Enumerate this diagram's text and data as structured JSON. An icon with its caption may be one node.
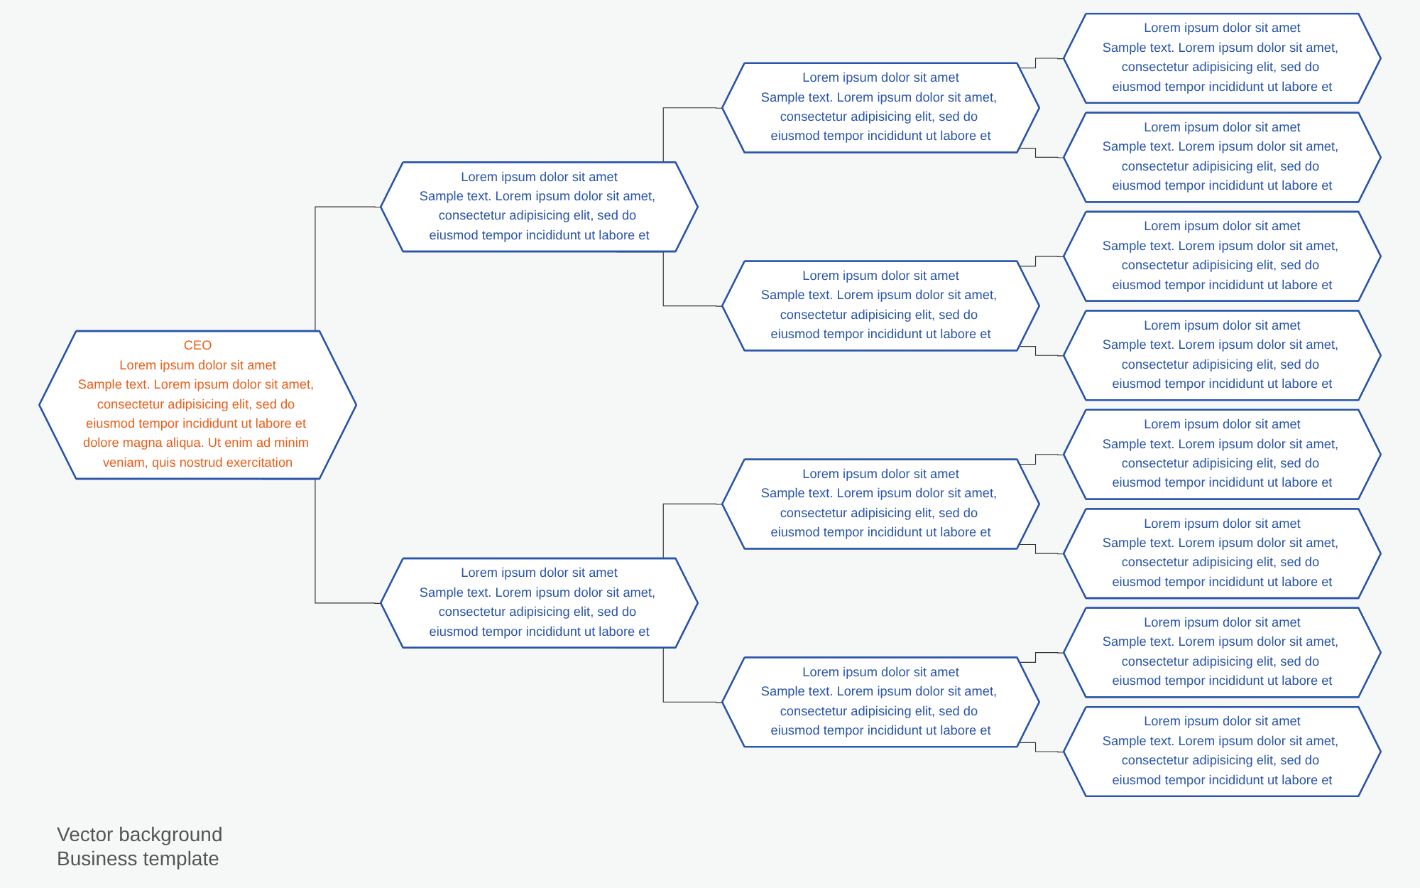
{
  "diagram": {
    "nodes": [
      {
        "text": [
          "CEO",
          "Lorem ipsum dolor sit amet",
          "Sample text. Lorem ipsum dolor sit amet, consectetur adipisicing elit, sed do eiusmod tempor incididunt ut labore et dolore magna aliqua. Ut enim ad minim veniam, quis nostrud exercitation"
        ]
      },
      {
        "text": [
          "Lorem ipsum dolor sit amet",
          "Sample text. Lorem ipsum dolor sit amet, consectetur adipisicing elit, sed do eiusmod tempor incididunt ut labore et"
        ]
      },
      {
        "text": [
          "Lorem ipsum dolor sit amet",
          "Sample text. Lorem ipsum dolor sit amet, consectetur adipisicing elit, sed do eiusmod tempor incididunt ut labore et"
        ]
      },
      {
        "text": [
          "Lorem ipsum dolor sit amet",
          "Sample text. Lorem ipsum dolor sit amet, consectetur adipisicing elit, sed do eiusmod tempor incididunt ut labore et"
        ]
      },
      {
        "text": [
          "Lorem ipsum dolor sit amet",
          "Sample text. Lorem ipsum dolor sit amet, consectetur adipisicing elit, sed do eiusmod tempor incididunt ut labore et"
        ]
      },
      {
        "text": [
          "Lorem ipsum dolor sit amet",
          "Sample text. Lorem ipsum dolor sit amet, consectetur adipisicing elit, sed do eiusmod tempor incididunt ut labore et"
        ]
      },
      {
        "text": [
          "Lorem ipsum dolor sit amet",
          "Sample text. Lorem ipsum dolor sit amet, consectetur adipisicing elit, sed do eiusmod tempor incididunt ut labore et"
        ]
      },
      {
        "text": [
          "Lorem ipsum dolor sit amet",
          "Sample text. Lorem ipsum dolor sit amet, consectetur adipisicing elit, sed do eiusmod tempor incididunt ut labore et"
        ]
      },
      {
        "text": [
          "Lorem ipsum dolor sit amet",
          "Sample text. Lorem ipsum dolor sit amet, consectetur adipisicing elit, sed do eiusmod tempor incididunt ut labore et"
        ]
      },
      {
        "text": [
          "Lorem ipsum dolor sit amet",
          "Sample text. Lorem ipsum dolor sit amet, consectetur adipisicing elit, sed do eiusmod tempor incididunt ut labore et"
        ]
      },
      {
        "text": [
          "Lorem ipsum dolor sit amet",
          "Sample text. Lorem ipsum dolor sit amet, consectetur adipisicing elit, sed do eiusmod tempor incididunt ut labore et"
        ]
      },
      {
        "text": [
          "Lorem ipsum dolor sit amet",
          "Sample text. Lorem ipsum dolor sit amet, consectetur adipisicing elit, sed do eiusmod tempor incididunt ut labore et"
        ]
      },
      {
        "text": [
          "Lorem ipsum dolor sit amet",
          "Sample text. Lorem ipsum dolor sit amet, consectetur adipisicing elit, sed do eiusmod tempor incididunt ut labore et"
        ]
      },
      {
        "text": [
          "Lorem ipsum dolor sit amet",
          "Sample text. Lorem ipsum dolor sit amet, consectetur adipisicing elit, sed do eiusmod tempor incididunt ut labore et"
        ]
      },
      {
        "text": [
          "Lorem ipsum dolor sit amet",
          "Sample text. Lorem ipsum dolor sit amet, consectetur adipisicing elit, sed do eiusmod tempor incididunt ut labore et"
        ]
      }
    ],
    "edges": [
      {
        "from": 0,
        "to": 1,
        "arrow": "none"
      },
      {
        "from": 0,
        "to": 2,
        "arrow": "none"
      },
      {
        "from": 1,
        "to": 3,
        "arrow": "none"
      },
      {
        "from": 1,
        "to": 4,
        "arrow": "none"
      },
      {
        "from": 2,
        "to": 5,
        "arrow": "none"
      },
      {
        "from": 2,
        "to": 6,
        "arrow": "none"
      },
      {
        "from": 3,
        "to": 7,
        "arrow": "none"
      },
      {
        "from": 3,
        "to": 8,
        "arrow": "none"
      },
      {
        "from": 4,
        "to": 9,
        "arrow": "none"
      },
      {
        "from": 4,
        "to": 10,
        "arrow": "none"
      },
      {
        "from": 5,
        "to": 11,
        "arrow": "none"
      },
      {
        "from": 5,
        "to": 12,
        "arrow": "none"
      },
      {
        "from": 6,
        "to": 13,
        "arrow": "none"
      },
      {
        "from": 6,
        "to": 14,
        "arrow": "none"
      }
    ],
    "labels": [
      "Vector background",
      "Business template"
    ]
  }
}
